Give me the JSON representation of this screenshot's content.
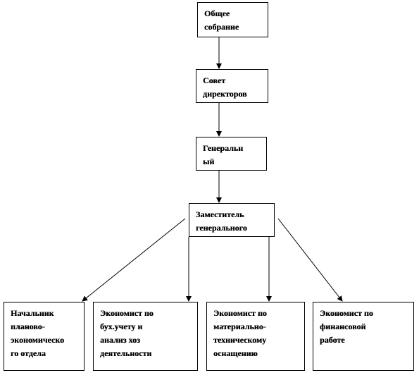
{
  "nodes": {
    "general_meeting": "Общее\nсобрание",
    "board": "Совет\nдиректоров",
    "general_director": "Генеральн\nый",
    "deputy": "Заместитель\nгенерального",
    "head_planning": "Начальник\nпланово-\nэкономическо\nго отдела",
    "econ_accounting": "Экономист по\nбух.учету и\nанализ хоз\nдеятельности",
    "econ_materials": "Экономист по\nматериально-\nтехническому\nоснащению",
    "econ_finance": "Экономист по\nфинансовой\nработе"
  },
  "edges": [
    {
      "from": "general_meeting",
      "to": "board"
    },
    {
      "from": "board",
      "to": "general_director"
    },
    {
      "from": "general_director",
      "to": "deputy"
    },
    {
      "from": "deputy",
      "to": "head_planning"
    },
    {
      "from": "deputy",
      "to": "econ_accounting"
    },
    {
      "from": "deputy",
      "to": "econ_materials"
    },
    {
      "from": "deputy",
      "to": "econ_finance"
    }
  ],
  "colors": {
    "line": "#000000",
    "box_border": "#000000",
    "background": "#ffffff"
  }
}
